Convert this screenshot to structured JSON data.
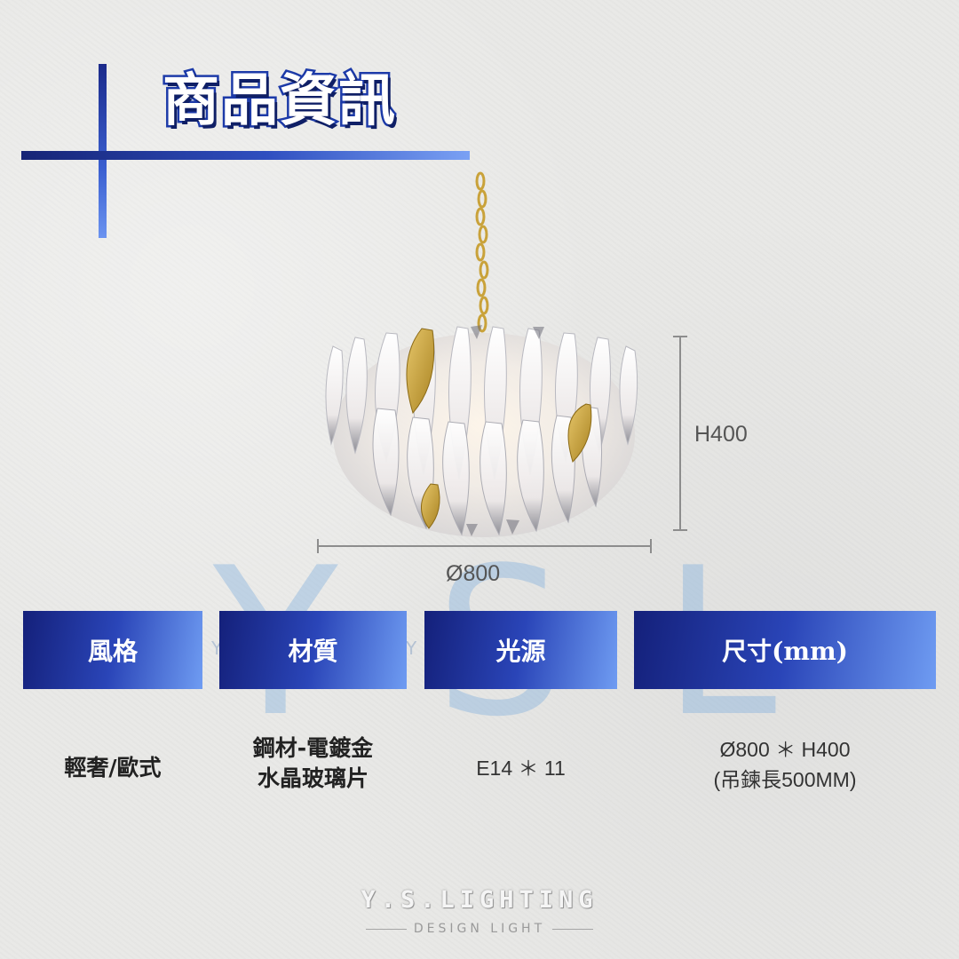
{
  "header": {
    "title": "商品資訊"
  },
  "watermark": {
    "text": "YSL",
    "left_small": "Y",
    "right_small": "Y"
  },
  "dimensions": {
    "height_label": "H400",
    "diameter_label": "Ø800"
  },
  "table": {
    "headers": [
      "風格",
      "材質",
      "光源",
      "尺寸(mm)"
    ],
    "style_value": "輕奢/歐式",
    "material_lines": [
      "鋼材-電鍍金",
      "水晶玻璃片"
    ],
    "light_value": "E14 ＊ 11",
    "size_lines": [
      "Ø800 ＊ H400",
      "(吊鍊長500MM)"
    ]
  },
  "footer": {
    "brand": "Y.S.LIGHTING",
    "tagline": "DESIGN LIGHT"
  },
  "colors": {
    "accent_dark": "#14207a",
    "accent_light": "#6f9cf2",
    "gold": "#c9a23a"
  },
  "icons": [
    "chandelier-image"
  ]
}
